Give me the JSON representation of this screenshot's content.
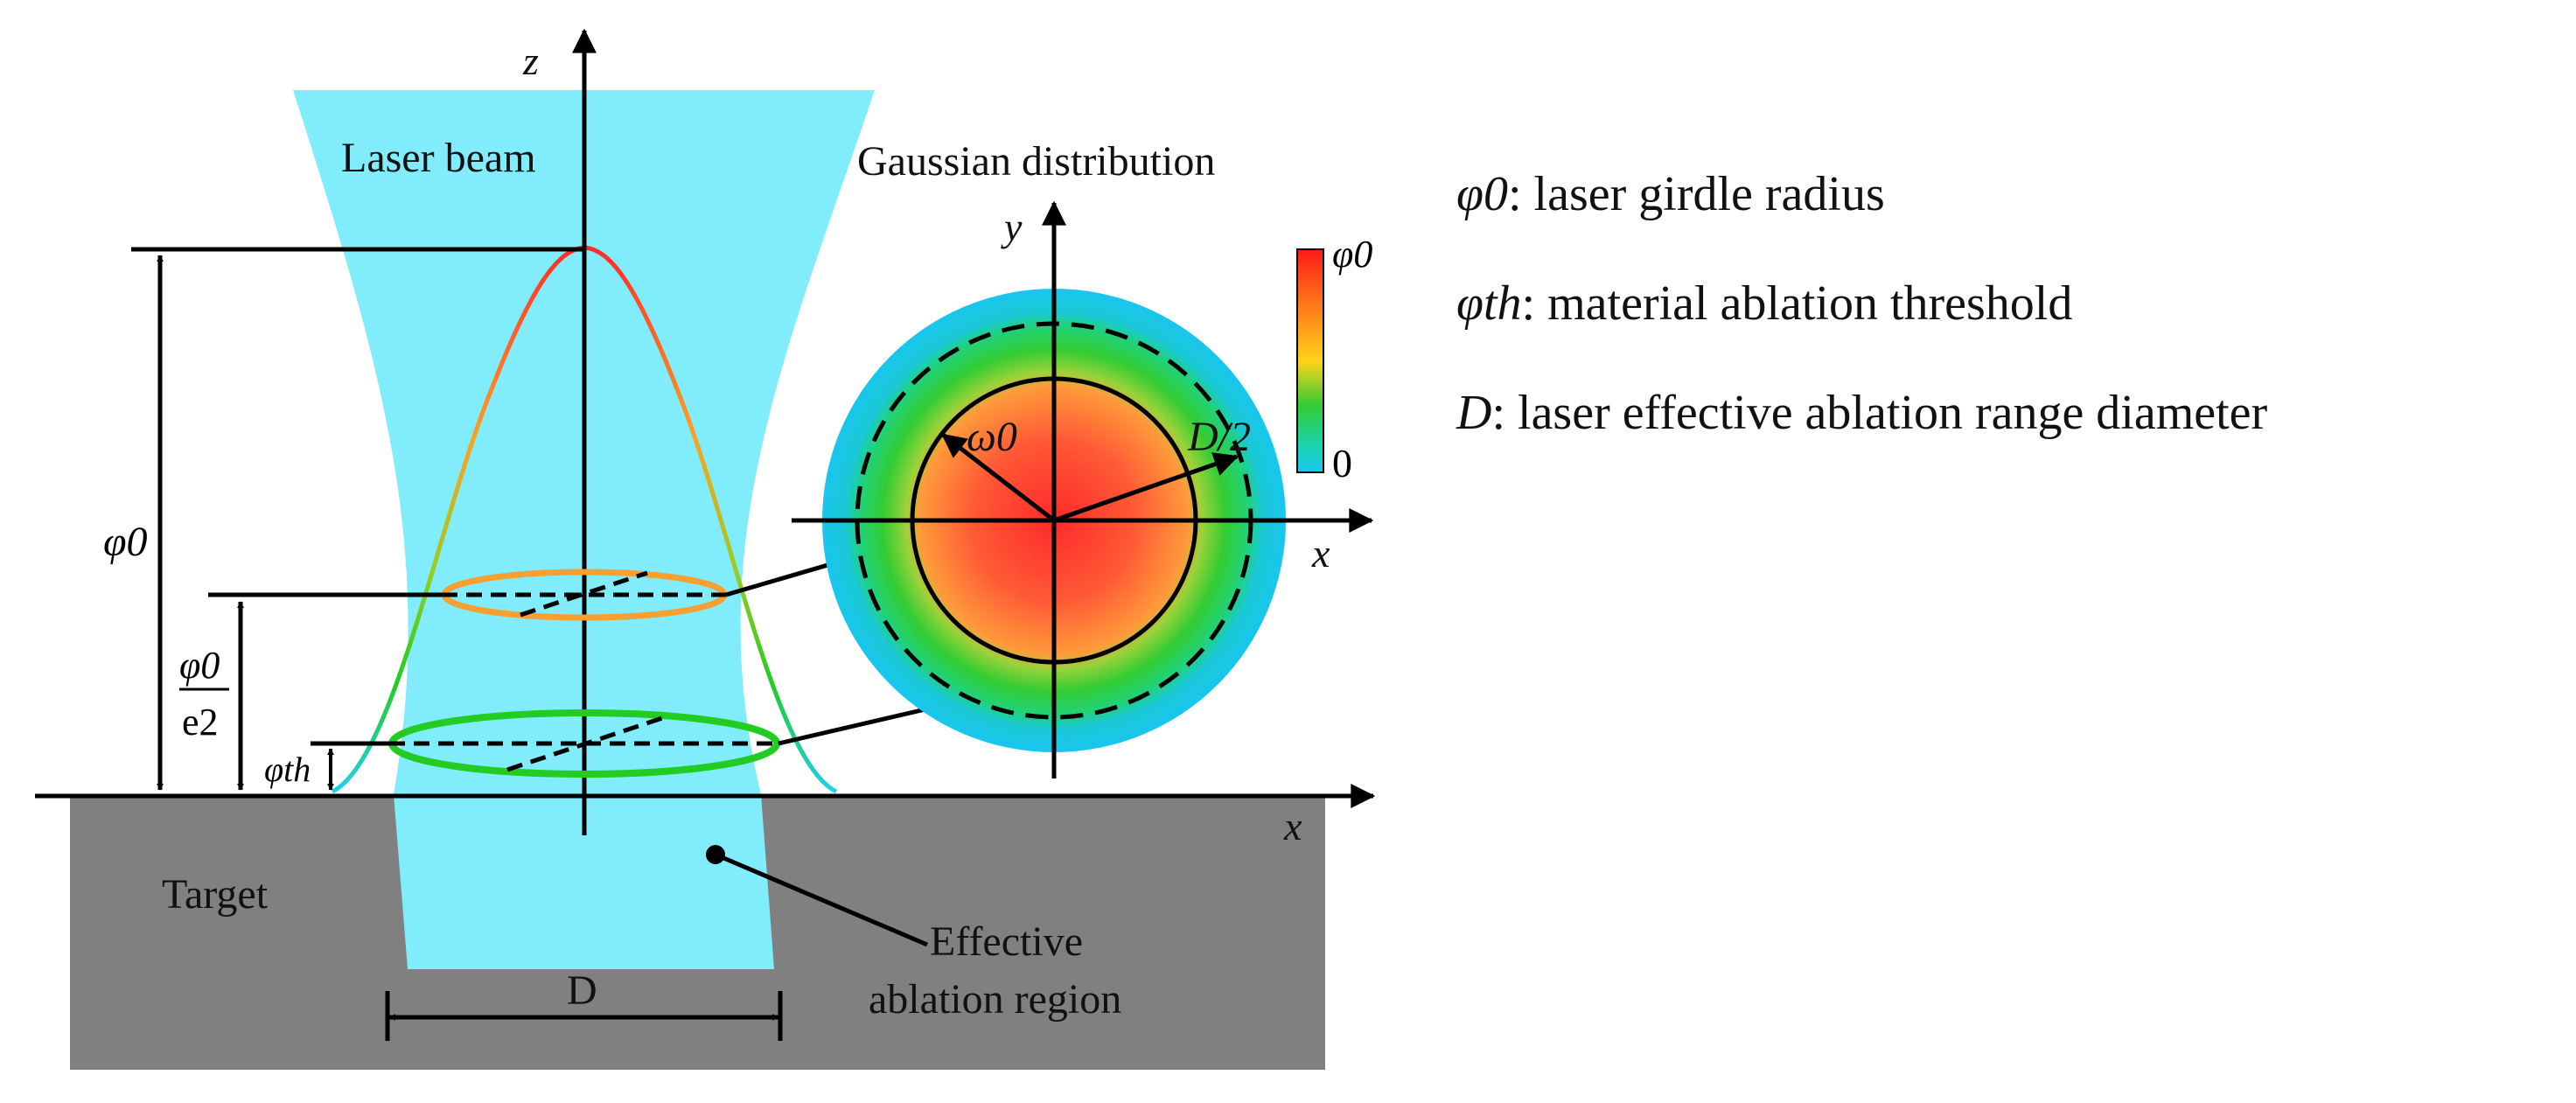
{
  "labels": {
    "z_axis": "z",
    "x_axis_main": "x",
    "laser_beam": "Laser beam",
    "gaussian_distribution": "Gaussian distribution",
    "y_axis_inset": "y",
    "x_axis_inset": "x",
    "phi0_left": "φ0",
    "phi0_frac_num": "φ0",
    "phi0_frac_den": "e2",
    "phi_th_left": "φth",
    "target": "Target",
    "D_bottom": "D",
    "effective_line1": "Effective",
    "effective_line2": "ablation region",
    "omega0": "ω0",
    "D_half": "D/2"
  },
  "colorbar": {
    "top_label": "φ0",
    "bottom_label": "0",
    "colors": [
      "#ff1a1a",
      "#ff8a1a",
      "#ffd21a",
      "#33cc33",
      "#1ad3b0",
      "#19c6ee"
    ]
  },
  "legend": [
    {
      "symbol": "φ0",
      "text": "laser girdle radius"
    },
    {
      "symbol": "φth",
      "text": "material ablation threshold"
    },
    {
      "symbol": "D",
      "text": "laser effective ablation range diameter"
    }
  ],
  "colors": {
    "beam": "#80ecfc",
    "target": "#808080",
    "orange_ring": "#f7a030",
    "green_ring": "#22cc22",
    "curve_top": "#ff2a2a",
    "curve_mid": "#ffc020",
    "curve_bottom": "#20d0ee"
  }
}
